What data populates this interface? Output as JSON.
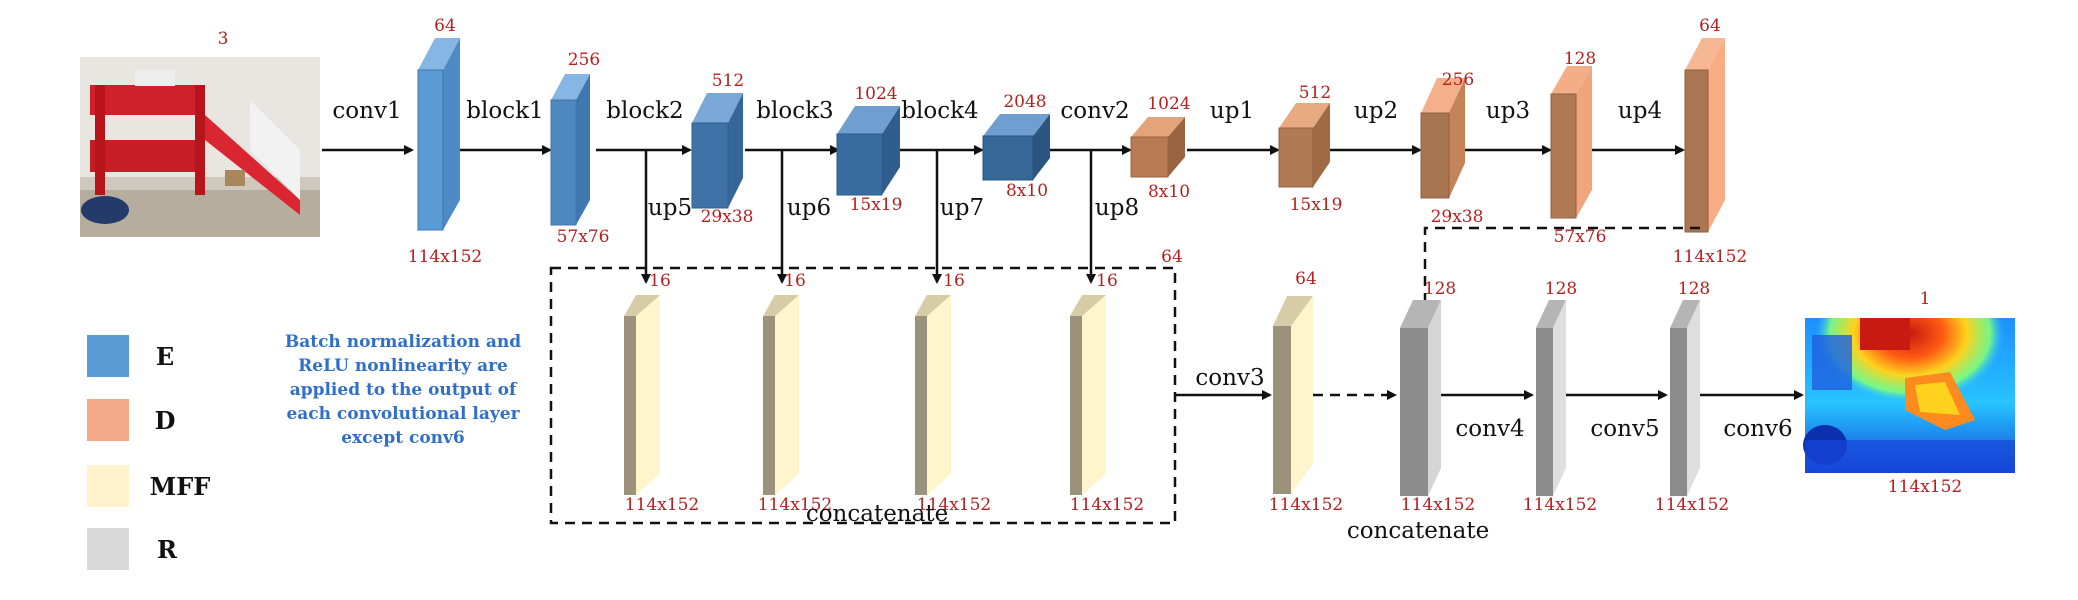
{
  "colors": {
    "encoder": "#5b9bd5",
    "decoder": "#f4a988",
    "mff": "#fff2cc",
    "refine": "#d9d9d9",
    "dim_text": "#b5201e",
    "note_text": "#2f6fc9"
  },
  "input": {
    "label": "3",
    "icon": "bunk-bed-photo"
  },
  "output": {
    "label_top": "1",
    "label_bottom": "114x152",
    "icon": "depth-map"
  },
  "top_row": {
    "conv1": {
      "op": "conv1",
      "top": "64",
      "bottom": "114x152"
    },
    "block1": {
      "op": "block1",
      "top": "256",
      "bottom": "57x76"
    },
    "block2": {
      "op": "block2",
      "top": "512",
      "bottom": "29x38"
    },
    "block3": {
      "op": "block3",
      "top": "1024",
      "bottom": "15x19"
    },
    "block4": {
      "op": "block4",
      "top": "2048",
      "bottom": "8x10"
    },
    "conv2": {
      "op": "conv2",
      "top": "1024",
      "bottom": "8x10"
    },
    "up1": {
      "op": "up1",
      "top": "512",
      "bottom": "15x19"
    },
    "up2": {
      "op": "up2",
      "top": "256",
      "bottom": "29x38"
    },
    "up3": {
      "op": "up3",
      "top": "128",
      "bottom": "57x76"
    },
    "up4": {
      "op": "up4",
      "top": "64",
      "bottom": "114x152"
    }
  },
  "mff": {
    "up5": {
      "op": "up5",
      "top": "16",
      "bottom": "114x152"
    },
    "up6": {
      "op": "up6",
      "top": "16",
      "bottom": "114x152"
    },
    "up7": {
      "op": "up7",
      "top": "16",
      "bottom": "114x152"
    },
    "up8": {
      "op": "up8",
      "top": "16",
      "bottom": "114x152"
    },
    "group_channels": "64",
    "concat_label": "concatenate",
    "conv3": {
      "op": "conv3",
      "top": "64",
      "bottom": "114x152"
    }
  },
  "refine": {
    "concat_block": {
      "top": "128",
      "bottom": "114x152",
      "concat_label": "concatenate"
    },
    "conv4": {
      "op": "conv4",
      "top": "128",
      "bottom": "114x152"
    },
    "conv5": {
      "op": "conv5",
      "top": "128",
      "bottom": "114x152"
    },
    "conv6": {
      "op": "conv6"
    }
  },
  "legend": [
    {
      "label": "E",
      "color": "#5b9bd5"
    },
    {
      "label": "D",
      "color": "#f4a988"
    },
    {
      "label": "MFF",
      "color": "#fff2cc"
    },
    {
      "label": "R",
      "color": "#d9d9d9"
    }
  ],
  "note": {
    "line1": "Batch normalization and",
    "line2": "ReLU nonlinearity are",
    "line3": "applied to the output of",
    "line4": "each convolutional layer",
    "line5": "except conv6"
  }
}
